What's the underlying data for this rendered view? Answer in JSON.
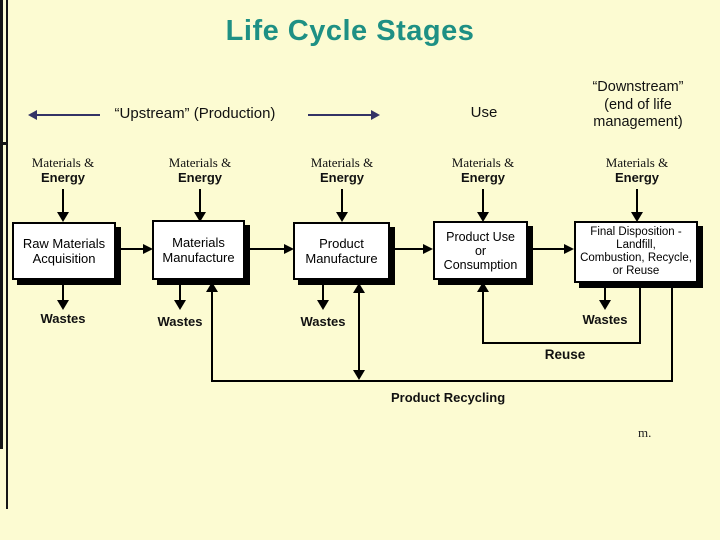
{
  "slide": {
    "title": "Life Cycle Stages",
    "watermark": "m."
  },
  "colors": {
    "background": "#FCFBD2",
    "title": "#1E9084",
    "header_arrow": "#333366",
    "line": "#000000",
    "box_fill": "#FFFFFF"
  },
  "header": {
    "upstream_label": "“Upstream” (Production)",
    "use_label": "Use",
    "downstream_lines": [
      "“Downstream”",
      "(end of life",
      "management)"
    ]
  },
  "materials_energy": {
    "line1": "Materials &",
    "line2": "Energy"
  },
  "stages": [
    {
      "lines": [
        "Raw Materials",
        "Acquisition"
      ]
    },
    {
      "lines": [
        "Materials",
        "Manufacture"
      ]
    },
    {
      "lines": [
        "Product",
        "Manufacture"
      ]
    },
    {
      "lines": [
        "Product Use",
        "or",
        "Consumption"
      ]
    },
    {
      "lines": [
        "Final Disposition -",
        "Landfill,",
        "Combustion, Recycle,",
        "or Reuse"
      ]
    }
  ],
  "labels": {
    "wastes": "Wastes",
    "reuse": "Reuse",
    "product_recycling": "Product Recycling"
  }
}
